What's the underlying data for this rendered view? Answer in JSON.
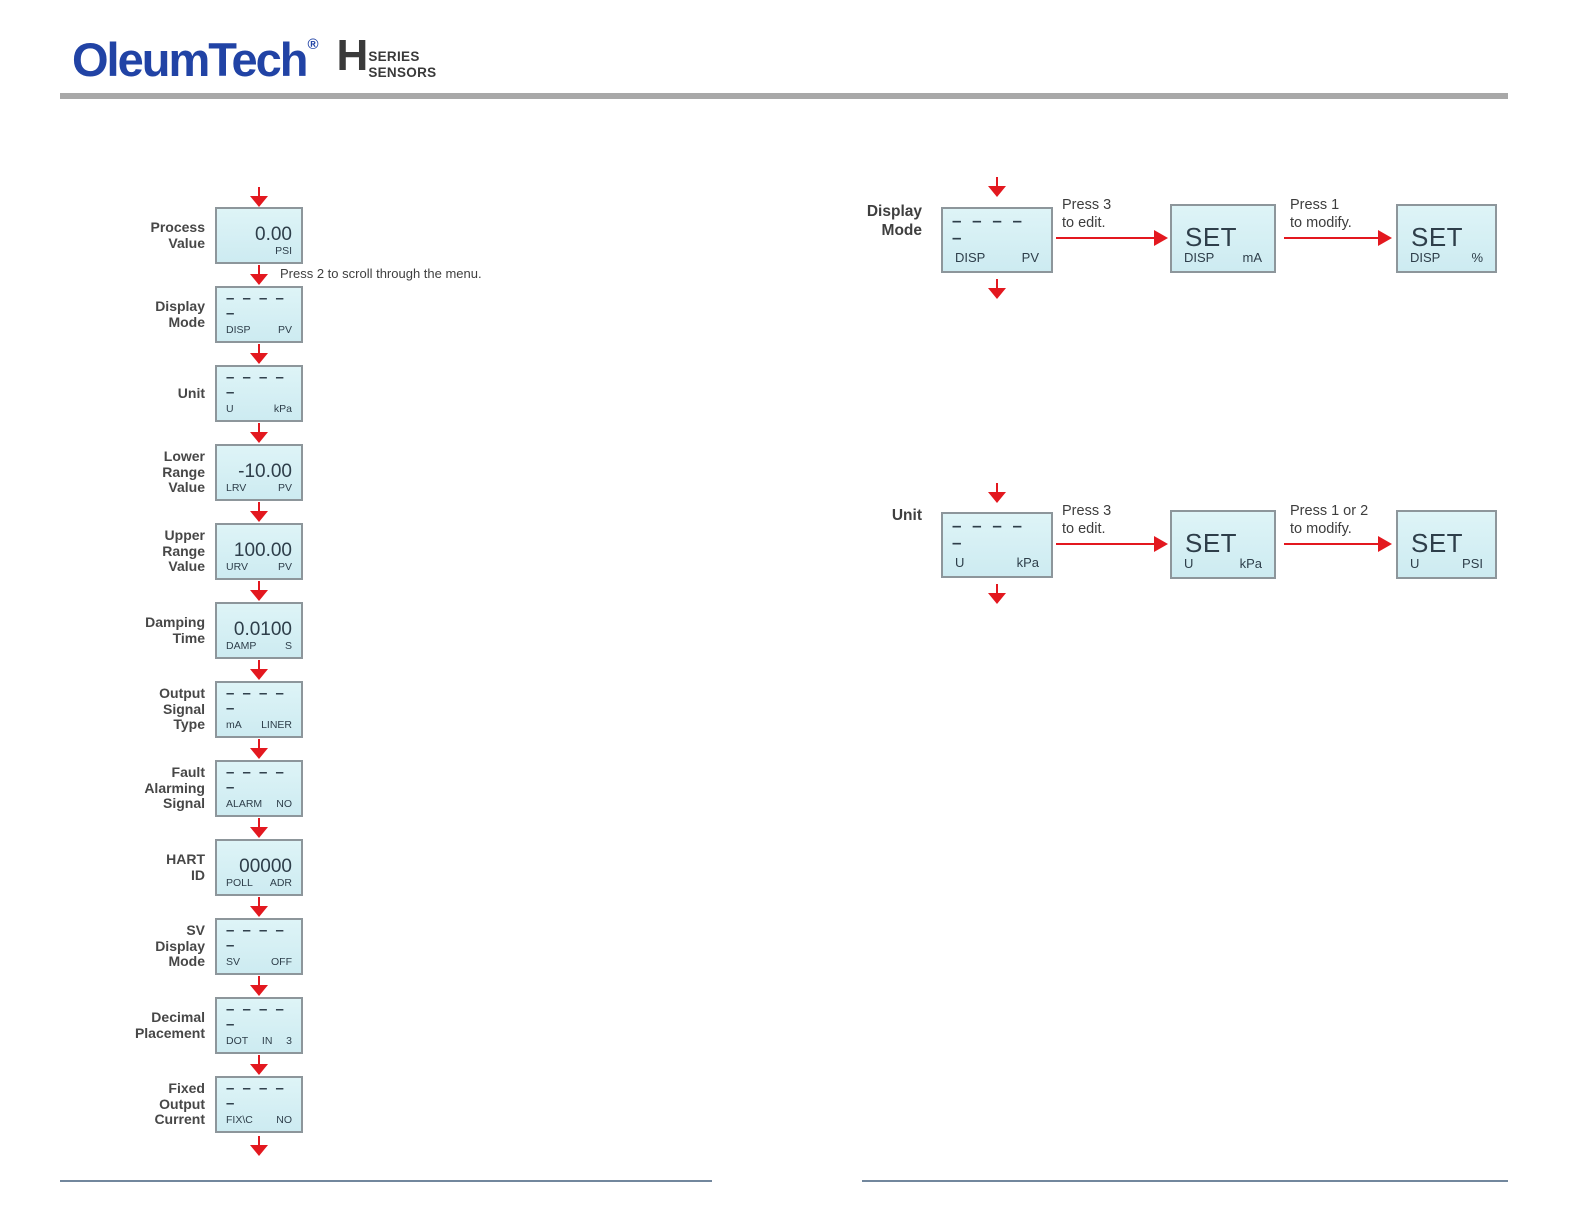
{
  "header": {
    "brand": "OleumTech",
    "registered": "®",
    "series_letter": "H",
    "series_line1": "SERIES",
    "series_line2": "SENSORS"
  },
  "colors": {
    "logo_blue": "#2143a5",
    "logo_dark": "#3a3a3a",
    "header_rule": "#a8a8a8",
    "lcd_background": "#d2eef3",
    "lcd_border": "#8d969b",
    "lcd_text": "#2e3e4a",
    "arrow_red": "#e3181f",
    "label_text": "#474747",
    "footer_line": "#72879d"
  },
  "dashes_glyph": "– – – – –",
  "left_flow": {
    "scroll_hint": "Press 2 to scroll through the menu.",
    "steps": [
      {
        "label": "Process\nValue",
        "value": "0.00",
        "tag_right": "PSI"
      },
      {
        "label": "Display\nMode",
        "tag_left": "DISP",
        "tag_right": "PV"
      },
      {
        "label": "Unit",
        "tag_left": "U",
        "tag_right": "kPa"
      },
      {
        "label": "Lower\nRange\nValue",
        "value": "-10.00",
        "tag_left": "LRV",
        "tag_right": "PV"
      },
      {
        "label": "Upper\nRange\nValue",
        "value": "100.00",
        "tag_left": "URV",
        "tag_right": "PV"
      },
      {
        "label": "Damping\nTime",
        "value": "0.0100",
        "tag_left": "DAMP",
        "tag_right": "S"
      },
      {
        "label": "Output\nSignal\nType",
        "tag_left": "mA",
        "tag_right": "LINER"
      },
      {
        "label": "Fault\nAlarming\nSignal",
        "tag_left": "ALARM",
        "tag_right": "NO"
      },
      {
        "label": "HART\nID",
        "value": "00000",
        "tag_left": "POLL",
        "tag_right": "ADR"
      },
      {
        "label": "SV\nDisplay\nMode",
        "tag_left": "SV",
        "tag_right": "OFF"
      },
      {
        "label": "Decimal\nPlacement",
        "tag_left": "DOT",
        "tag_mid": "IN",
        "tag_right": "3"
      },
      {
        "label": "Fixed\nOutput\nCurrent",
        "tag_left": "FIX\\C",
        "tag_right": "NO"
      }
    ]
  },
  "display_mode_flow": {
    "label": "Display\nMode",
    "screen1": {
      "tag_left": "DISP",
      "tag_right": "PV"
    },
    "step1_hint": "Press 3\nto edit.",
    "screen2": {
      "value": "SET",
      "tag_left": "DISP",
      "tag_right": "mA"
    },
    "step2_hint": "Press 1\nto modify.",
    "screen3": {
      "value": "SET",
      "tag_left": "DISP",
      "tag_right": "%"
    }
  },
  "unit_flow": {
    "label": "Unit",
    "screen1": {
      "tag_left": "U",
      "tag_right": "kPa"
    },
    "step1_hint": "Press 3\nto edit.",
    "screen2": {
      "value": "SET",
      "tag_left": "U",
      "tag_right": "kPa"
    },
    "step2_hint": "Press 1 or 2\nto modify.",
    "screen3": {
      "value": "SET",
      "tag_left": "U",
      "tag_right": "PSI"
    }
  }
}
